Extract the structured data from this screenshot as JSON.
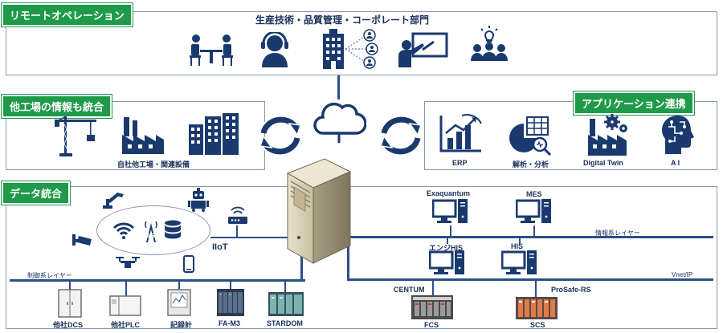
{
  "remote": {
    "tag": "リモートオペレーション",
    "heading": "生産技術・品質管理・コーポレート部門"
  },
  "other_factory": {
    "tag": "他工場の情報も統合",
    "caption": "自社他工場・関連設備"
  },
  "apps": {
    "tag": "アプリケーション連携",
    "items": [
      "ERP",
      "解析・分析",
      "Digital Twin",
      "A I"
    ]
  },
  "data": {
    "tag": "データ統合",
    "iiot": "IIoT",
    "control_layer": "制御系レイヤー",
    "info_layer": "情報系レイヤー",
    "vnet": "Vnet/IP",
    "exaquantum": "Exaquantum",
    "mes": "MES",
    "engi_his": "エンジHIS",
    "his": "HIS",
    "centum": "CENTUM",
    "fcs": "FCS",
    "prosafe": "ProSafe-RS",
    "scs": "SCS",
    "devices": [
      "他社DCS",
      "他社PLC",
      "記録計",
      "FA-M3",
      "STARDOM"
    ]
  },
  "colors": {
    "navy": "#1a3a6e",
    "green": "#1f9a4a",
    "line": "#2a4f8a"
  }
}
